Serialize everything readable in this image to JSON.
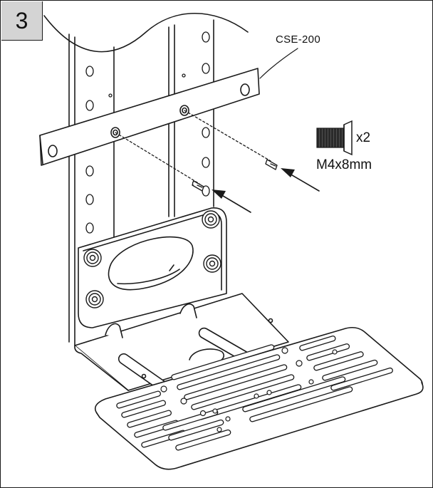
{
  "step": {
    "number": "3"
  },
  "part": {
    "label": "CSE-200"
  },
  "screw": {
    "quantity": "x2",
    "size": "M4x8mm",
    "icon": "countersunk-screw-icon"
  },
  "colors": {
    "line": "#1a1a1a",
    "step_box": "#d4d4d4",
    "background": "#ffffff"
  }
}
